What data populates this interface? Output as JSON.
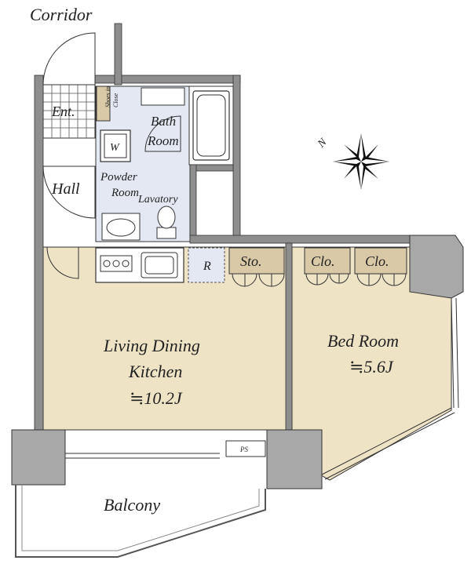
{
  "labels": {
    "corridor": "Corridor",
    "entrance": "Ent.",
    "shoes_closet_line1": "Shoes in",
    "shoes_closet_line2": "Close",
    "bath_line1": "Bath",
    "bath_line2": "Room",
    "washer": "W",
    "hall": "Hall",
    "powder_line1": "Powder",
    "powder_line2": "Room",
    "lavatory": "Lavatory",
    "refrigerator": "R",
    "storage": "Sto.",
    "closet_1": "Clo.",
    "closet_2": "Clo.",
    "ldk_line1": "Living Dining",
    "ldk_line2": "Kitchen",
    "ldk_size": "≒10.2J",
    "bedroom_line1": "Bed Room",
    "bedroom_size": "≒5.6J",
    "pipe_space": "PS",
    "balcony": "Balcony",
    "compass": "N"
  },
  "colors": {
    "room_floor": "#efe3c5",
    "wet_area": "#e3e8f3",
    "storage_fill": "#d9c9a6",
    "pillar": "#a8a8a8",
    "wall": "#8e8e8e",
    "line": "#333333"
  }
}
